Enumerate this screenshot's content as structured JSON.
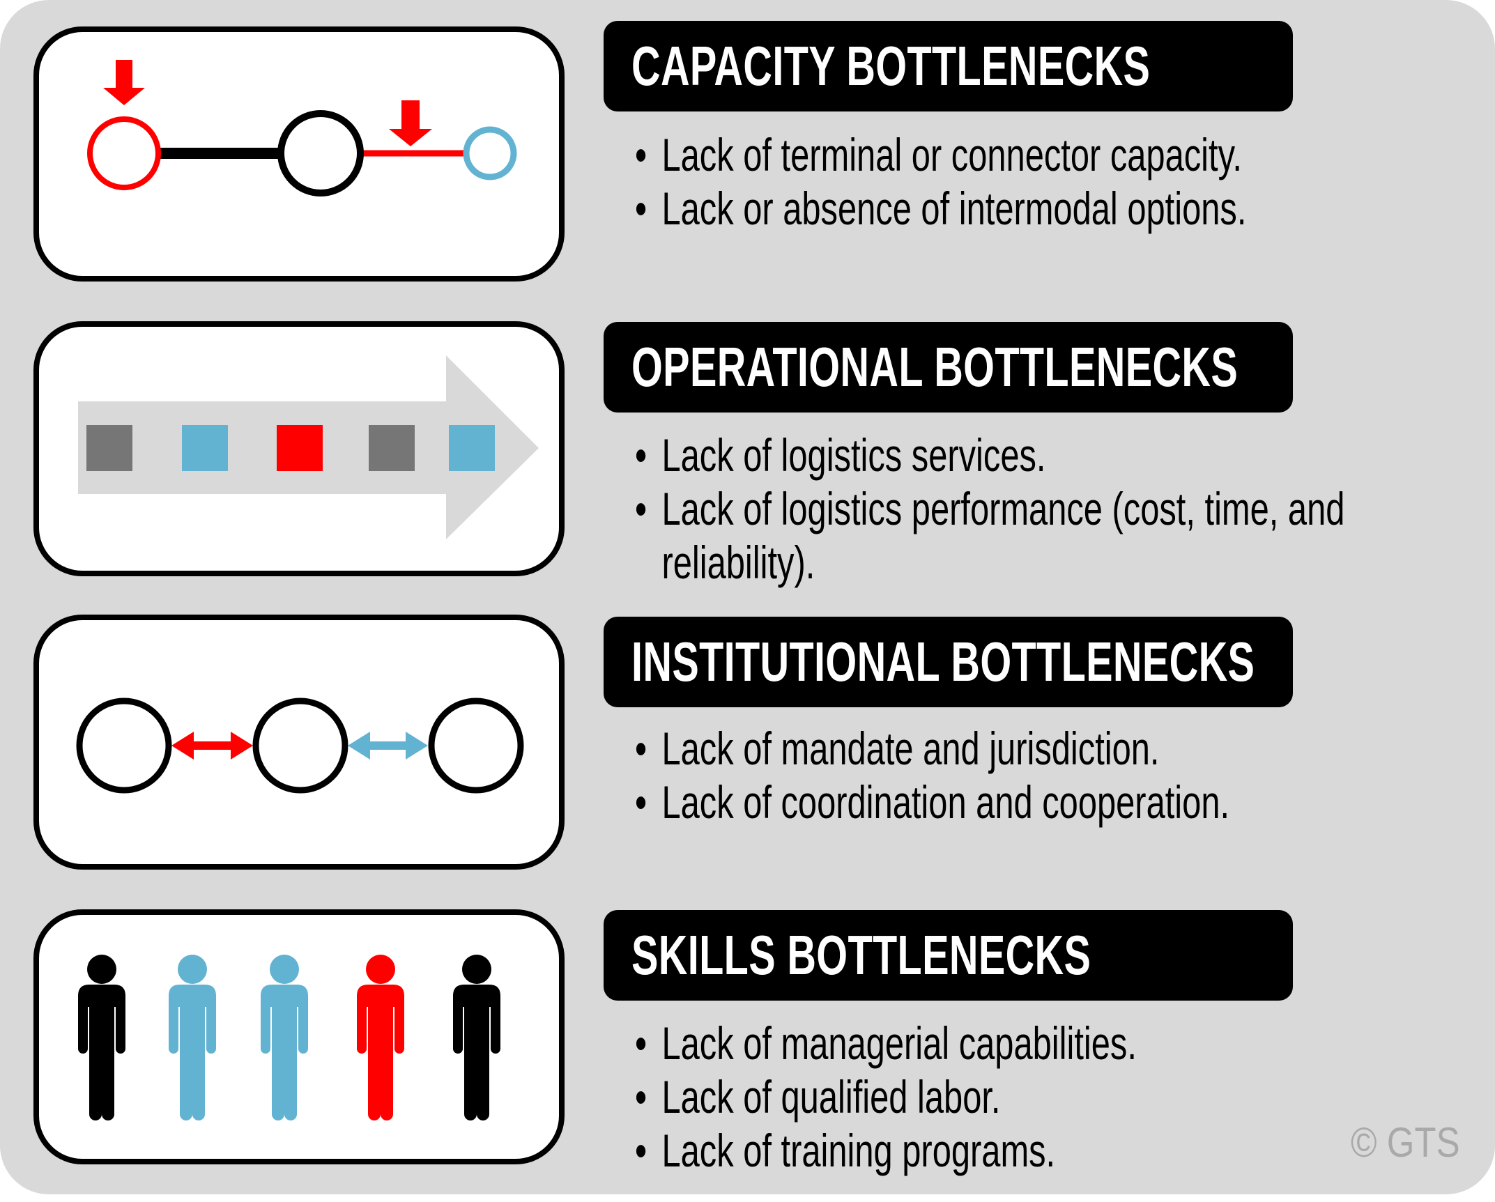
{
  "sections": [
    {
      "title": "CAPACITY BOTTLENECKS",
      "bullets": [
        "Lack of terminal or connector capacity.",
        "Lack or absence of intermodal options."
      ]
    },
    {
      "title": "OPERATIONAL BOTTLENECKS",
      "bullets": [
        "Lack of logistics services.",
        "Lack of logistics performance (cost, time, and reliability)."
      ]
    },
    {
      "title": "INSTITUTIONAL BOTTLENECKS",
      "bullets": [
        "Lack of mandate and jurisdiction.",
        "Lack of coordination and cooperation."
      ]
    },
    {
      "title": "SKILLS BOTTLENECKS",
      "bullets": [
        "Lack of managerial capabilities.",
        "Lack of qualified labor.",
        "Lack of training programs."
      ]
    }
  ],
  "copyright": "© GTS",
  "colors": {
    "red": "#ff0000",
    "blue": "#62b3d1",
    "gray": "#767676",
    "background": "#d9d9d9"
  }
}
